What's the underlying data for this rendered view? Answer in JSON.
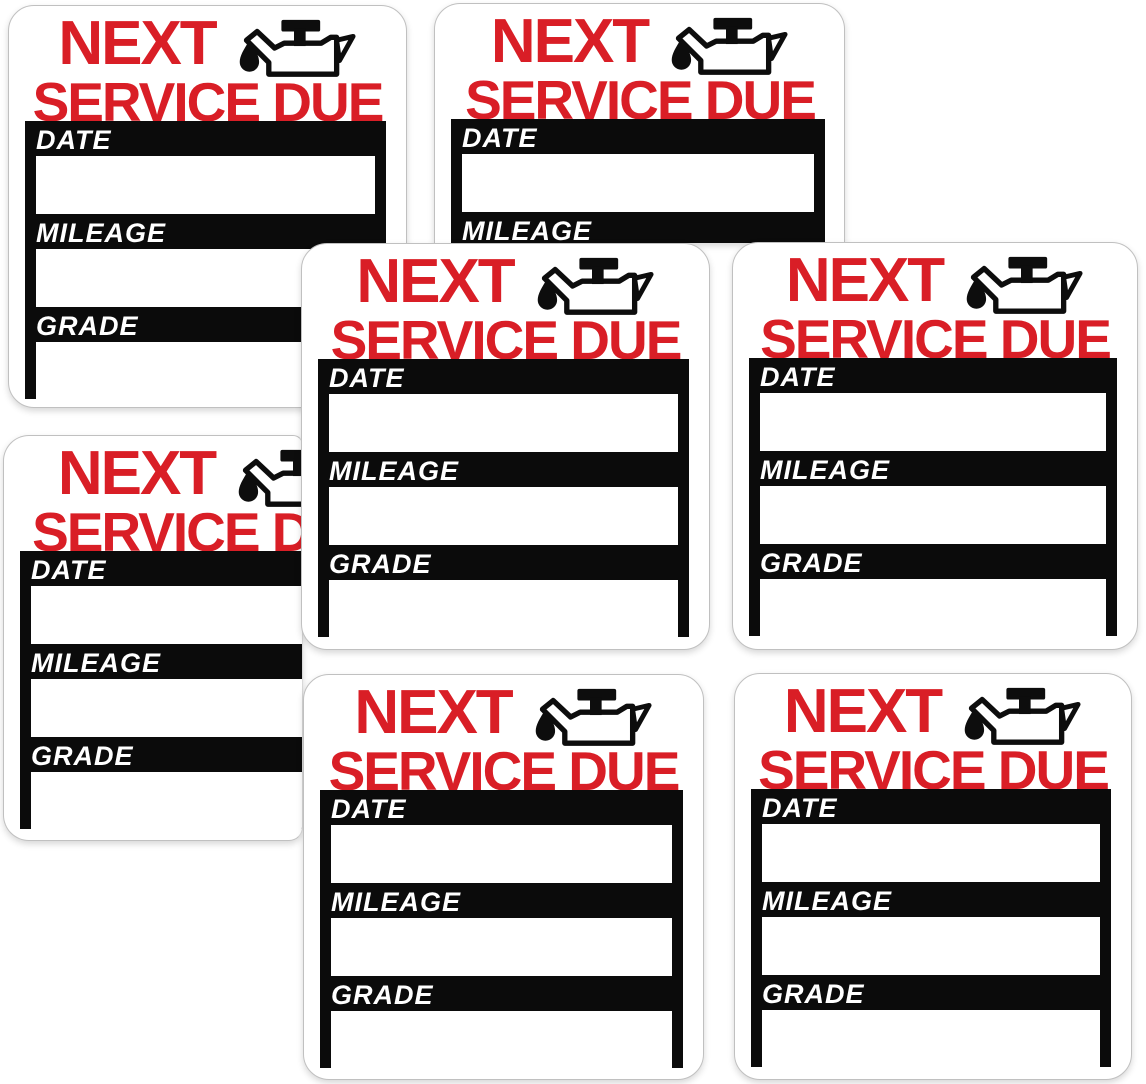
{
  "sticker_template": {
    "title_line1": "NEXT",
    "title_line2": "SERVICE DUE",
    "icon": "oil-can-drip-icon",
    "fields": [
      {
        "label": "DATE"
      },
      {
        "label": "MILEAGE"
      },
      {
        "label": "GRADE"
      }
    ],
    "colors": {
      "title_red": "#d91e26",
      "panel_black": "#0b0b0b",
      "sticker_white": "#ffffff",
      "edge_gray": "#c0c0c0"
    }
  },
  "stickers": [
    {
      "pos": "a",
      "clipped": "none"
    },
    {
      "pos": "b",
      "clipped": "bottom"
    },
    {
      "pos": "c",
      "clipped": "none"
    },
    {
      "pos": "d",
      "clipped": "none"
    },
    {
      "pos": "e",
      "clipped": "right"
    },
    {
      "pos": "f",
      "clipped": "none"
    },
    {
      "pos": "g",
      "clipped": "none"
    }
  ]
}
